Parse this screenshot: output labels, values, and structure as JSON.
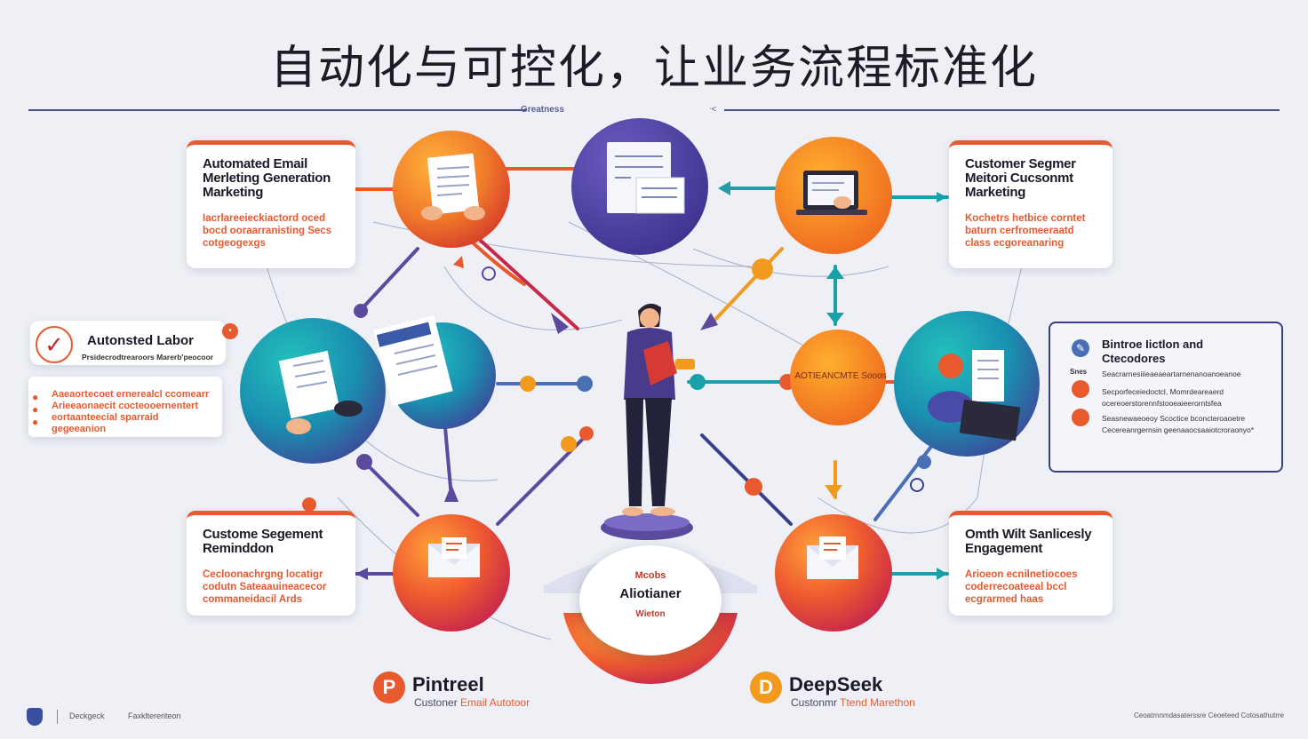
{
  "title": "自动化与可控化，让业务流程标准化",
  "divider": {
    "left_label": "Greatness",
    "right_mark": "ᐧ<"
  },
  "cards": {
    "top_left": {
      "title": "Automated Email Merleting Generation Marketing",
      "body": "Iacrlareeieckiactord oced bocd ooraarranisting Secs cotgeogexgs"
    },
    "top_right": {
      "title": "Customer Segmer Meitori Cucsonmt Marketing",
      "body": "Kochetrs hetbice corntet baturn cerfromeeraatd class ecgoreanaring"
    },
    "bottom_left": {
      "title": "Custome Segement Reminddon",
      "body": "Cecloonachrgng locatigr codutn Sateaauineacecor commaneidacil Ards"
    },
    "bottom_right": {
      "title": "Omth Wilt Sanlicesly Engagement",
      "body": "Arioeon ecnilnetiocoes coderrecoateeal bccl ecgrarmed haas"
    }
  },
  "labor": {
    "title": "Autonsted Labor",
    "subtitle": "Prsidecrodtrearoors Marerb'peocoor",
    "body": "Aaeaortecoet ernerealcl ccomearr Arieeaonaecit cocteooernentert eortaanteecial sparraid gegeeanion"
  },
  "right_panel": {
    "title": "Bintroe Iictlon and Ctecodores",
    "tag": "Snes",
    "lines": [
      "Seacrarnesiiieaeaeartarnenanoanoeanoe",
      "Secporfeceiedoctcl, Momrdeareaerd",
      "ocereoerstorennfstooeaieerorntsfea",
      "Seasnewaeoeoy Scoctice bconcteroaoetre",
      "Cecereanrgernsin geenaaocsaaiotcroraonyo*"
    ]
  },
  "center": {
    "top": "Mcobs",
    "main": "Aliotianer",
    "bottom": "Wieton"
  },
  "node_label": "AOTIEANCMTE Sooos",
  "brands": {
    "left": {
      "logo": "P",
      "name": "Pintreel",
      "sub_a": "Custoner ",
      "sub_b": "Email Autotoor",
      "color": "#e8592e"
    },
    "right": {
      "logo": "D",
      "name": "DeepSeek",
      "sub_a": "Custonmr ",
      "sub_b": "Ttend Marethon",
      "color": "#f29a1e"
    }
  },
  "footer": {
    "left_a": "Deckgeck",
    "left_b": "Faxkltereriteon",
    "right": "Ceoatrnnmdasaterssre Ceoeteed Cotosathutrre"
  },
  "colors": {
    "accent": "#e8592e",
    "navy": "#3a3f8c",
    "teal": "#1aa0a8",
    "purple": "#5b4a9e",
    "orange": "#f29a1e"
  }
}
